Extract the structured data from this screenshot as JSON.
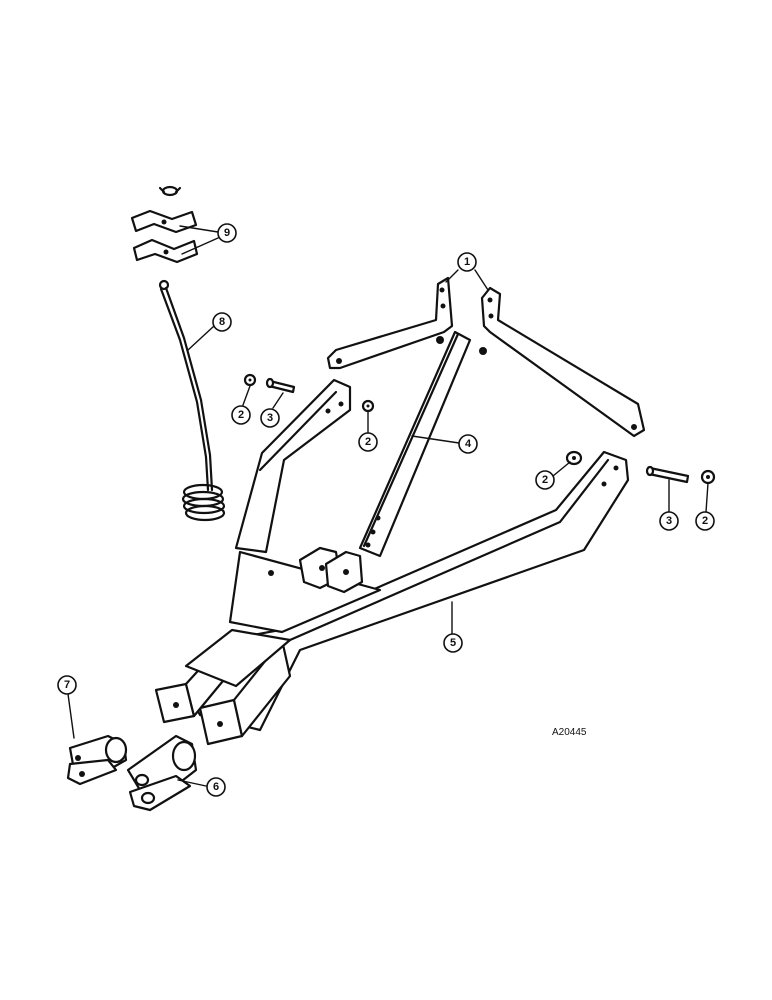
{
  "figure_code": "A20445",
  "callouts": {
    "c1": "1",
    "c2a": "2",
    "c3a": "3",
    "c2b": "2",
    "c4": "4",
    "c2c": "2",
    "c3b": "3",
    "c2d": "2",
    "c5": "5",
    "c6": "6",
    "c7": "7",
    "c8": "8",
    "c9": "9"
  }
}
